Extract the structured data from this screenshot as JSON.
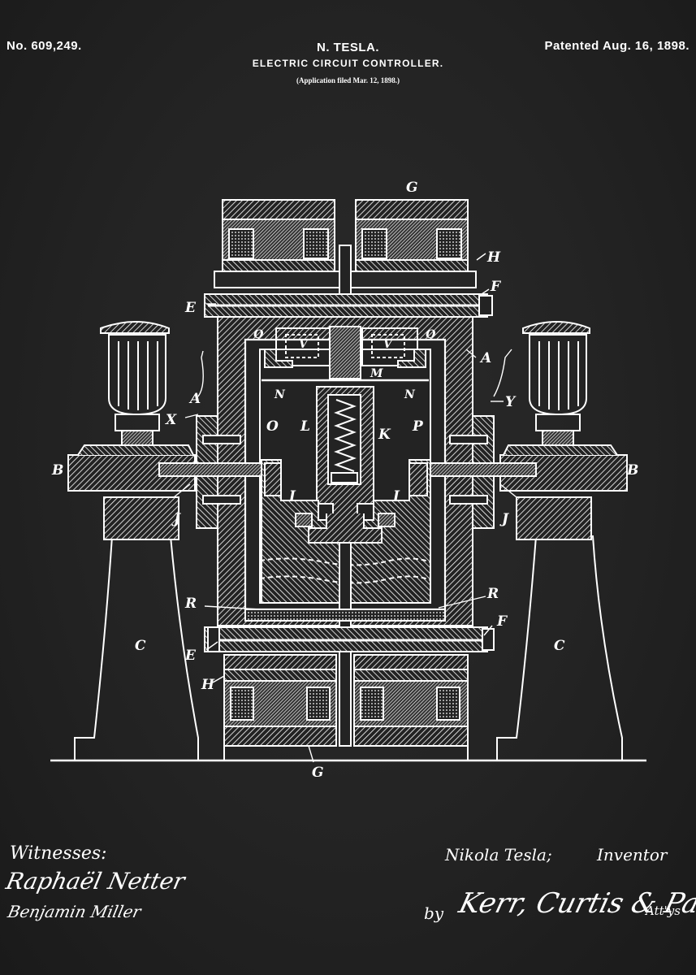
{
  "header": {
    "patent_number": "No. 609,249.",
    "inventor": "N. TESLA.",
    "title": "ELECTRIC CIRCUIT CONTROLLER.",
    "application": "(Application filed Mar. 12, 1898.)",
    "patented": "Patented Aug. 16, 1898."
  },
  "figure_labels": {
    "G": "G",
    "H": "H",
    "F": "F",
    "E": "E",
    "A": "A",
    "Q": "Q",
    "V": "V",
    "M": "M",
    "N": "N",
    "X": "X",
    "Y": "Y",
    "O": "O",
    "L": "L",
    "K": "K",
    "P": "P",
    "B": "B",
    "I": "I",
    "J": "J",
    "R": "R",
    "C": "C"
  },
  "signatures": {
    "witnesses_label": "Witnesses:",
    "witness_1": "Raphaël Netter",
    "witness_2": "Benjamin Miller",
    "inventor_name": "Nikola Tesla;",
    "inventor_role": "Inventor",
    "attorneys_by": "by",
    "attorneys_name": "Kerr, Curtis & Page",
    "attorneys_suffix": "Att'ys"
  },
  "colors": {
    "background": "#232323",
    "ink": "#ffffff"
  }
}
